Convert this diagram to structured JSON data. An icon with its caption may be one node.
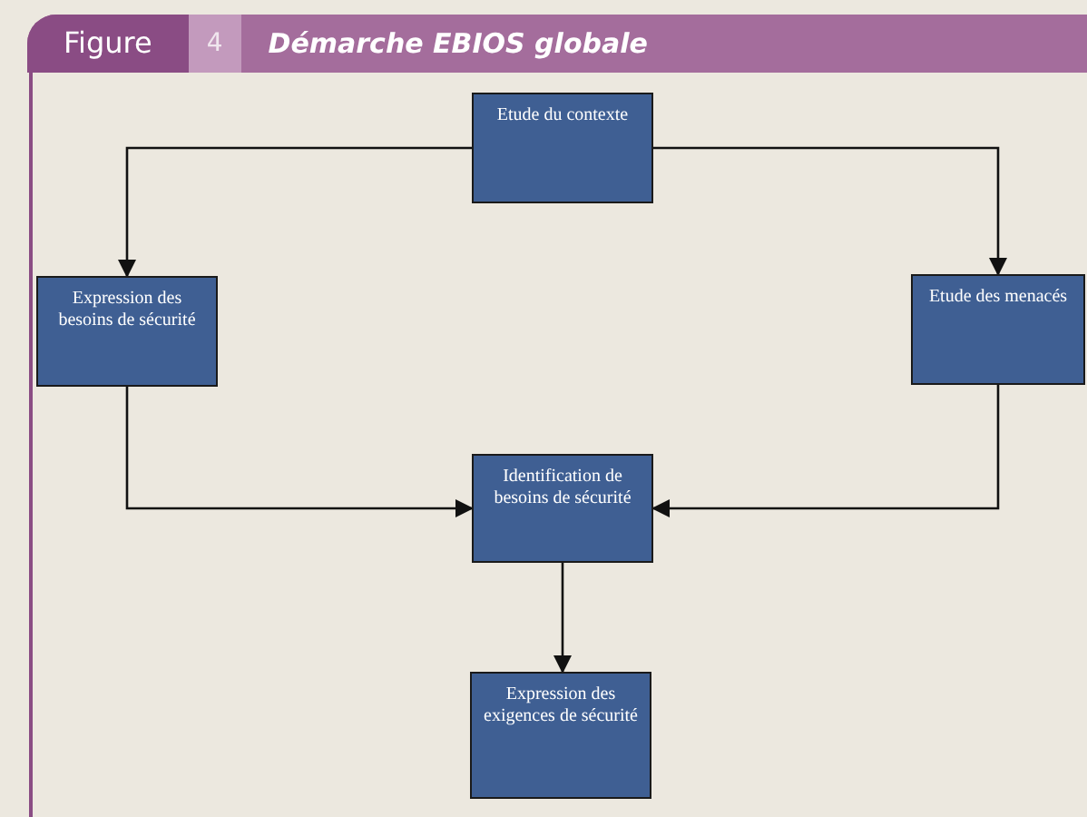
{
  "diagram": {
    "title": "Démarche EBIOS globale",
    "nodes": [
      {
        "text": [
          "Etude du contexte"
        ]
      },
      {
        "text": [
          "Expression des besoins de sécurité"
        ]
      },
      {
        "text": [
          "Etude des menacés"
        ]
      },
      {
        "text": [
          "Identification de besoins de sécurité"
        ]
      },
      {
        "text": [
          "Expression des exigences de sécurité"
        ]
      }
    ],
    "edges": [
      {
        "from": 0,
        "to": 1,
        "arrow": "to"
      },
      {
        "from": 0,
        "to": 2,
        "arrow": "to"
      },
      {
        "from": 1,
        "to": 3,
        "arrow": "to"
      },
      {
        "from": 2,
        "to": 3,
        "arrow": "to"
      },
      {
        "from": 3,
        "to": 4,
        "arrow": "to"
      }
    ],
    "labels": [
      "Figure",
      "4"
    ]
  }
}
